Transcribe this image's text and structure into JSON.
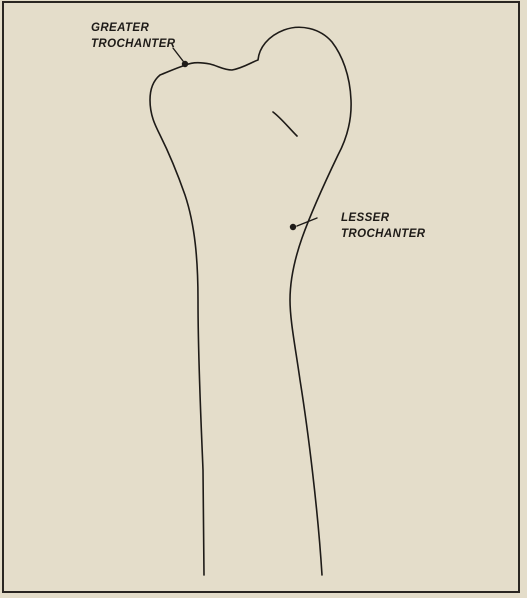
{
  "labels": {
    "greater_line1": "GREATER",
    "greater_line2": "TROCHANTER",
    "lesser_line1": "LESSER",
    "lesser_line2": "TROCHANTER"
  },
  "colors": {
    "paper": "#e4ddca",
    "ink": "#1e1b18"
  },
  "icons": {
    "greater_marker": "dot-marker",
    "lesser_marker": "dot-marker"
  }
}
